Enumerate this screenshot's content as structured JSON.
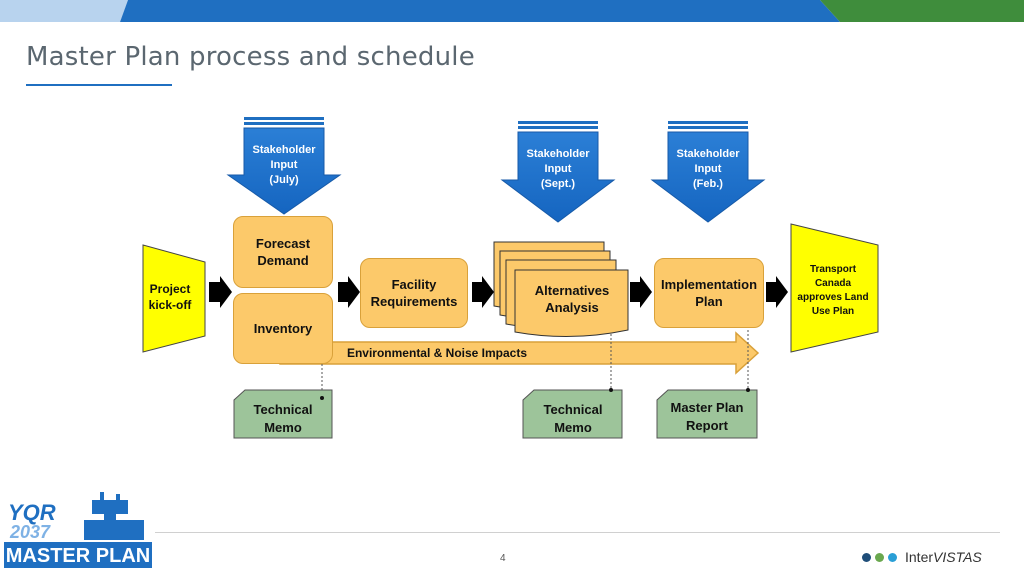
{
  "slide": {
    "title": "Master Plan process and schedule",
    "page_number": "4"
  },
  "colors": {
    "top_bar_blue": "#1f6fc1",
    "top_bar_green": "#3f8d3c",
    "title_text": "#5b6770",
    "stakeholder_arrow": "#1f6fc1",
    "process_box": "#fcc96a",
    "milestone": "#ffff00",
    "memo": "#9dc49a"
  },
  "stakeholder_inputs": [
    {
      "line1": "Stakeholder",
      "line2": "Input",
      "line3": "(July)"
    },
    {
      "line1": "Stakeholder",
      "line2": "Input",
      "line3": "(Sept.)"
    },
    {
      "line1": "Stakeholder",
      "line2": "Input",
      "line3": "(Feb.)"
    }
  ],
  "milestones": {
    "start": {
      "line1": "Project",
      "line2": "kick-off"
    },
    "end": {
      "line1": "Transport",
      "line2": "Canada",
      "line3": "approves Land",
      "line4": "Use Plan"
    }
  },
  "process_steps": {
    "forecast": {
      "line1": "Forecast",
      "line2": "Demand"
    },
    "inventory": "Inventory",
    "facility": {
      "line1": "Facility",
      "line2": "Requirements"
    },
    "alternatives": {
      "line1": "Alternatives",
      "line2": "Analysis"
    },
    "implementation": {
      "line1": "Implementation",
      "line2": "Plan"
    }
  },
  "environmental_label": "Environmental & Noise Impacts",
  "deliverables": [
    {
      "line1": "Technical",
      "line2": "Memo"
    },
    {
      "line1": "Technical",
      "line2": "Memo"
    },
    {
      "line1": "Master Plan",
      "line2": "Report"
    }
  ],
  "logo": {
    "code": "YQR",
    "year": "2037",
    "label": "MASTER PLAN"
  },
  "brand": {
    "prefix": "Inter",
    "suffix": "VISTAS",
    "dot_colors": [
      "#1f4e79",
      "#6aa84f",
      "#2a9fd6"
    ]
  }
}
